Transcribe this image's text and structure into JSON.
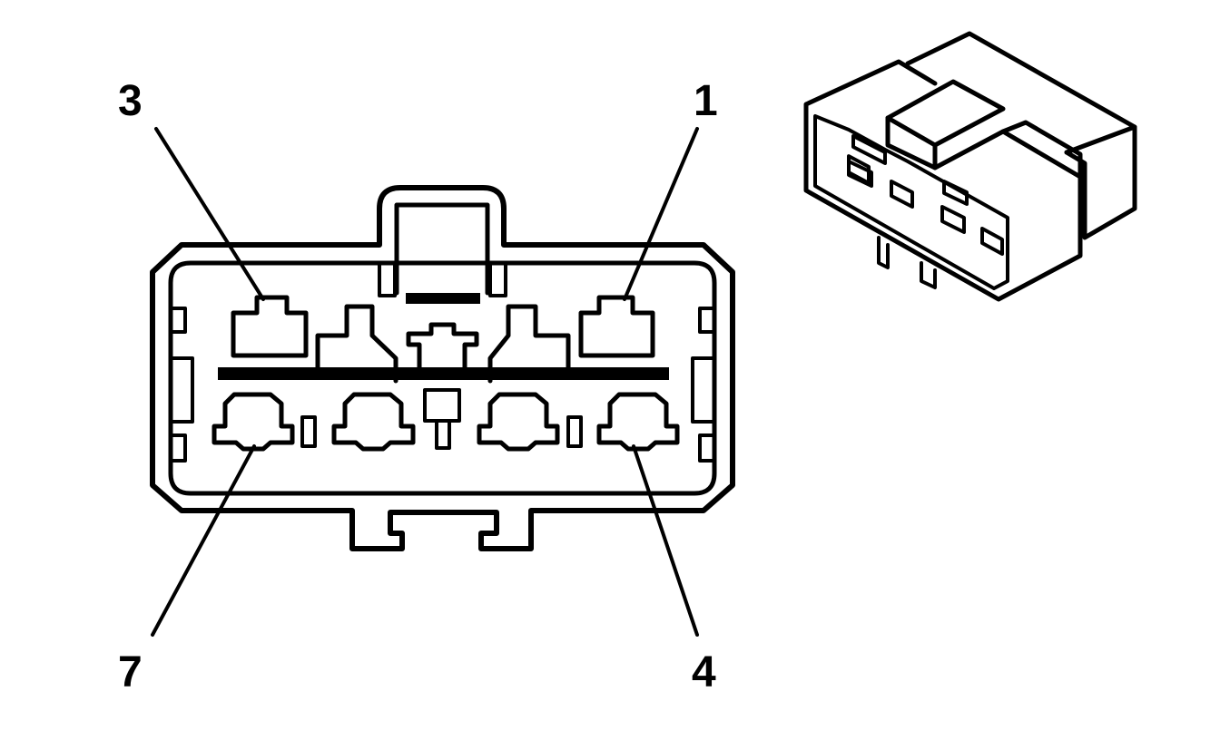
{
  "pin_labels": {
    "top_left": "3",
    "top_right": "1",
    "bottom_left": "7",
    "bottom_right": "4"
  },
  "colors": {
    "line": "#000000",
    "background": "#ffffff"
  }
}
